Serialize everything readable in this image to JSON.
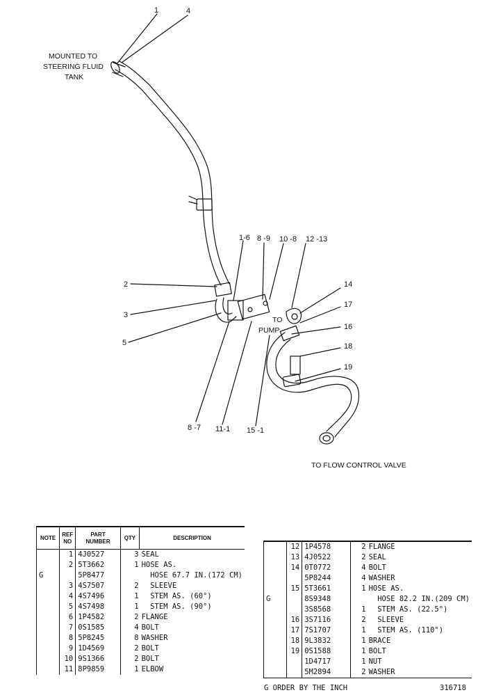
{
  "diagram": {
    "labels": {
      "mounted_line1": "MOUNTED TO",
      "mounted_line2": "STEERING FLUID",
      "mounted_line3": "TANK",
      "to": "TO",
      "pump": "PUMP",
      "flow_control": "TO FLOW CONTROL VALVE"
    },
    "callouts": {
      "c1": "1",
      "c4": "4",
      "c2": "2",
      "c3": "3",
      "c5": "5",
      "c1_6": "1-6",
      "c8_9": "8 -9",
      "c10_8": "10 -8",
      "c12_13": "12 -13",
      "c14": "14",
      "c17": "17",
      "c16": "16",
      "c18": "18",
      "c19": "19",
      "c8_7": "8 -7",
      "c11_1": "11-1",
      "c15_1": "15 -1"
    }
  },
  "table_left": {
    "headers": {
      "note": "NOTE",
      "ref": "REF NO",
      "part": "PART NUMBER",
      "qty": "QTY",
      "desc": "DESCRIPTION"
    },
    "rows": [
      {
        "note": "",
        "ref": "1",
        "part": "4J0527",
        "qty": "3",
        "desc": "SEAL"
      },
      {
        "note": "",
        "ref": "2",
        "part": "5T3662",
        "qty": "1",
        "desc": "HOSE AS."
      },
      {
        "note": "G",
        "ref": "",
        "part": "5P8477",
        "qty": "",
        "desc": "  HOSE 67.7 IN.(172 CM)"
      },
      {
        "note": "",
        "ref": "3",
        "part": "4S7507",
        "qty": "2",
        "desc": "  SLEEVE"
      },
      {
        "note": "",
        "ref": "4",
        "part": "4S7496",
        "qty": "1",
        "desc": "  STEM AS. (60°)"
      },
      {
        "note": "",
        "ref": "5",
        "part": "4S7498",
        "qty": "1",
        "desc": "  STEM AS. (90°)"
      },
      {
        "note": "",
        "ref": "6",
        "part": "1P4582",
        "qty": "2",
        "desc": "FLANGE"
      },
      {
        "note": "",
        "ref": "7",
        "part": "0S1585",
        "qty": "4",
        "desc": "BOLT"
      },
      {
        "note": "",
        "ref": "8",
        "part": "5P8245",
        "qty": "8",
        "desc": "WASHER"
      },
      {
        "note": "",
        "ref": "9",
        "part": "1D4569",
        "qty": "2",
        "desc": "BOLT"
      },
      {
        "note": "",
        "ref": "10",
        "part": "9S1366",
        "qty": "2",
        "desc": "BOLT"
      },
      {
        "note": "",
        "ref": "11",
        "part": "8P9859",
        "qty": "1",
        "desc": "ELBOW"
      }
    ]
  },
  "table_right": {
    "rows": [
      {
        "note": "",
        "ref": "12",
        "part": "1P4578",
        "qty": "2",
        "desc": "FLANGE"
      },
      {
        "note": "",
        "ref": "13",
        "part": "4J0522",
        "qty": "2",
        "desc": "SEAL"
      },
      {
        "note": "",
        "ref": "14",
        "part": "0T0772",
        "qty": "4",
        "desc": "BOLT"
      },
      {
        "note": "",
        "ref": "",
        "part": "5P8244",
        "qty": "4",
        "desc": "WASHER"
      },
      {
        "note": "",
        "ref": "15",
        "part": "5T3661",
        "qty": "1",
        "desc": "HOSE AS."
      },
      {
        "note": "G",
        "ref": "",
        "part": "8S9348",
        "qty": "",
        "desc": "  HOSE 82.2 IN.(209 CM)"
      },
      {
        "note": "",
        "ref": "",
        "part": "3S8568",
        "qty": "1",
        "desc": "  STEM AS. (22.5°)"
      },
      {
        "note": "",
        "ref": "16",
        "part": "3S7116",
        "qty": "2",
        "desc": "  SLEEVE"
      },
      {
        "note": "",
        "ref": "17",
        "part": "7S1707",
        "qty": "1",
        "desc": "  STEM AS. (110°)"
      },
      {
        "note": "",
        "ref": "18",
        "part": "9L3832",
        "qty": "1",
        "desc": "BRACE"
      },
      {
        "note": "",
        "ref": "19",
        "part": "0S1588",
        "qty": "1",
        "desc": "BOLT"
      },
      {
        "note": "",
        "ref": "",
        "part": "1D4717",
        "qty": "1",
        "desc": "NUT"
      },
      {
        "note": "",
        "ref": "",
        "part": "5M2894",
        "qty": "2",
        "desc": "WASHER"
      }
    ]
  },
  "footer": {
    "note": "G  ORDER BY THE INCH",
    "code": "316718"
  }
}
